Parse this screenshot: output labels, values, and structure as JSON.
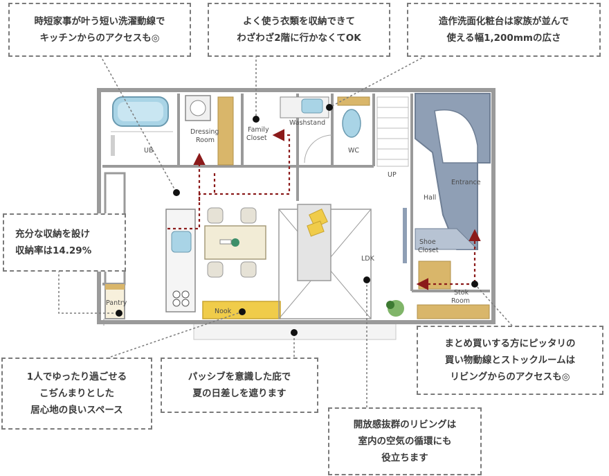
{
  "rooms": {
    "ub": "UB",
    "dressing": [
      "Dressing",
      "Room"
    ],
    "family_closet": [
      "Family",
      "Closet"
    ],
    "washstand": "Washstand",
    "wc": "WC",
    "up": "UP",
    "hall": "Hall",
    "entrance": "Entrance",
    "shoe_closet": [
      "Shoe",
      "Closet"
    ],
    "ldk": "LDK",
    "pantry": "Pantry",
    "nook": "Nook",
    "stok_room": [
      "Stok",
      "Room"
    ]
  },
  "callouts": {
    "laundry": [
      "時短家事が叶う短い洗濯動線で",
      "キッチンからのアクセスも◎"
    ],
    "closet": [
      "よく使う衣類を収納できて",
      "わざわざ2階に行かなくてOK"
    ],
    "washbasin": [
      "造作洗面化粧台は家族が並んで",
      "使える幅1,200mmの広さ"
    ],
    "storage": [
      "充分な収納を設け",
      "収納率は14.29%"
    ],
    "nook": [
      "1人でゆったり過ごせる",
      "こぢんまりとした",
      "居心地の良いスペース"
    ],
    "eaves": [
      "パッシブを意識した庇で",
      "夏の日差しを遮ります"
    ],
    "living": [
      "開放感抜群のリビングは",
      "室内の空気の循環にも",
      "役立ちます"
    ],
    "shopping": [
      "まとめ買いする方にピッタリの",
      "買い物動線とストックルームは",
      "リビングからのアクセスも◎"
    ]
  },
  "colors": {
    "wall": "#9a9a9a",
    "floor": "#ffffff",
    "entrance_tile": "#8f9fb5",
    "nook_yellow": "#f0cc4a",
    "wood": "#d9b66a",
    "route_arrow": "#8b1a1a",
    "callout_border": "#7a7a7a",
    "bath_blue": "#a9d4e6"
  }
}
